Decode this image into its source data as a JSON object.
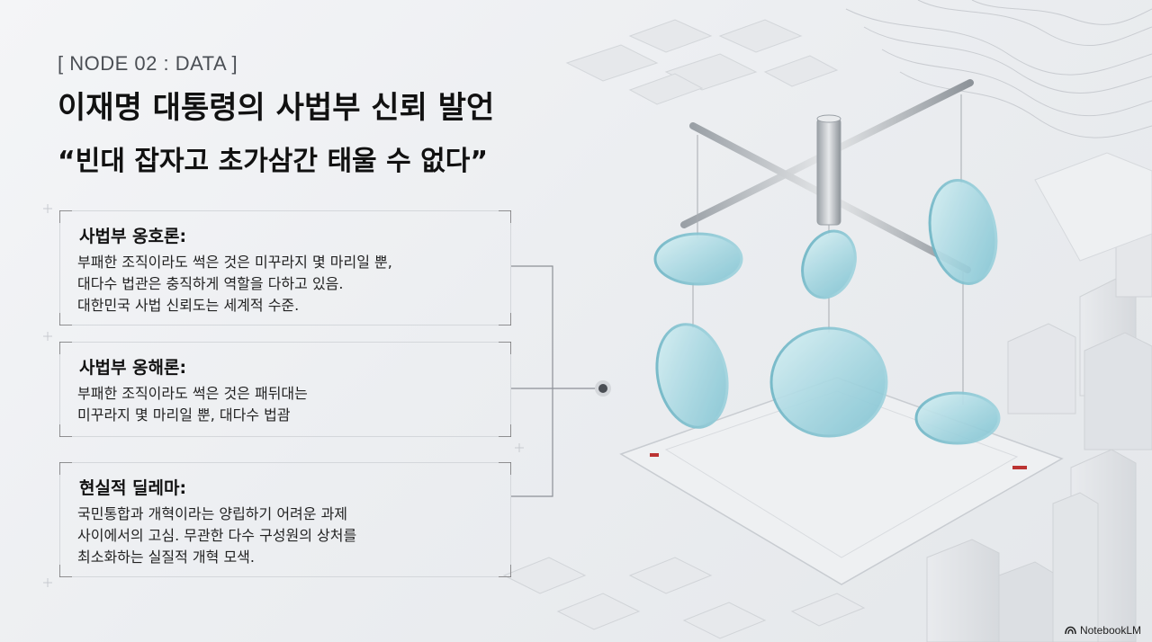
{
  "header": {
    "node_label": "[ NODE 02 : DATA ]",
    "title": "이재명 대통령의 사법부 신뢰 발언",
    "subtitle": "“빈대 잡자고 초가삼간 태울 수 없다”"
  },
  "cards": [
    {
      "heading": "사법부 옹호론:",
      "body": "부패한 조직이라도 썩은 것은 미꾸라지 몇 마리일 뿐,\n대다수 법관은 충직하게 역할을 다하고 있음.\n대한민국 사법 신뢰도는 세계적 수준."
    },
    {
      "heading": "사법부 옹해론:",
      "body": "부패한 조직이라도 썩은 것은 패뒤대는\n미꾸라지 몇 마리일 뿐, 대다수 법괌"
    },
    {
      "heading": "현실적 딜레마:",
      "body": "국민통합과 개혁이라는 양립하기 어려운 과제\n사이에서의 고심. 무관한 다수 구성원의 상처를\n최소화하는 실질적 개혁 모색."
    }
  ],
  "brand": {
    "label": "NotebookLM",
    "icon": "notebooklm-logo-icon"
  }
}
